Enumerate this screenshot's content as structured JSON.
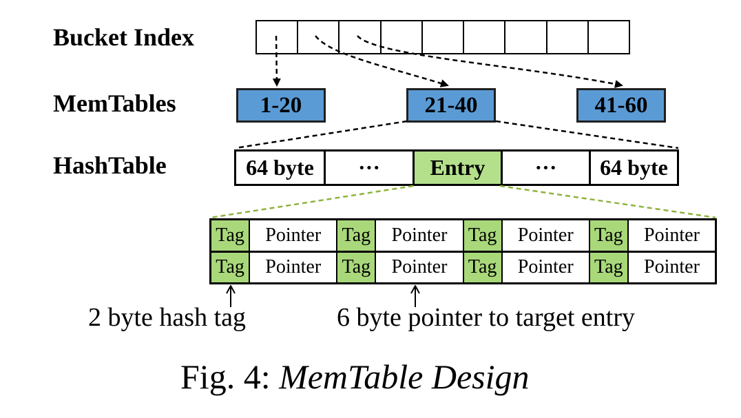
{
  "labels": {
    "bucket_index": "Bucket Index",
    "memtables": "MemTables",
    "hashtable": "HashTable"
  },
  "bucket_index": {
    "cell_count": 9
  },
  "memtables": [
    "1-20",
    "21-40",
    "41-60"
  ],
  "hashtable": {
    "cells": [
      "64 byte",
      "···",
      "Entry",
      "···",
      "64 byte"
    ],
    "highlighted": "Entry"
  },
  "entry_detail": {
    "rows": [
      [
        "Tag",
        "Pointer",
        "Tag",
        "Pointer",
        "Tag",
        "Pointer",
        "Tag",
        "Pointer"
      ],
      [
        "Tag",
        "Pointer",
        "Tag",
        "Pointer",
        "Tag",
        "Pointer",
        "Tag",
        "Pointer"
      ]
    ]
  },
  "notes": {
    "tag_note": "2 byte hash tag",
    "pointer_note": "6 byte pointer to target entry"
  },
  "caption": {
    "prefix": "Fig. 4: ",
    "title": "MemTable Design"
  },
  "colors": {
    "memtable_fill": "#5b9bd5",
    "entry_fill": "#b4e08c",
    "tag_fill": "#a9d87a",
    "green_dash": "#8cb33a"
  }
}
